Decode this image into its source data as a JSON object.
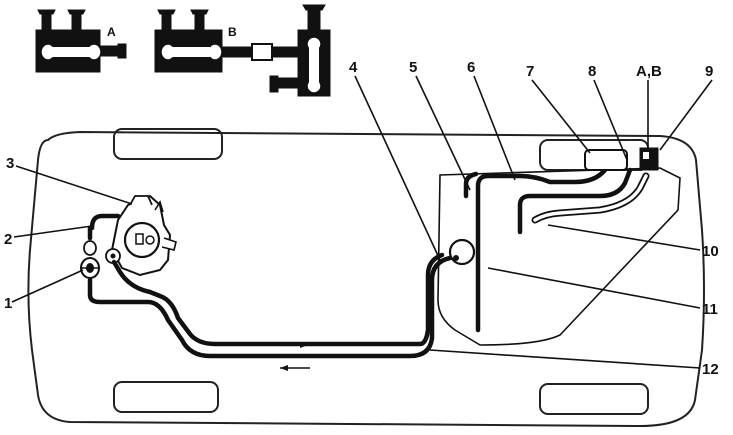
{
  "callouts": [
    {
      "id": "1",
      "text": "1"
    },
    {
      "id": "2",
      "text": "2"
    },
    {
      "id": "3",
      "text": "3"
    },
    {
      "id": "4",
      "text": "4"
    },
    {
      "id": "5",
      "text": "5"
    },
    {
      "id": "6",
      "text": "6"
    },
    {
      "id": "7",
      "text": "7"
    },
    {
      "id": "8",
      "text": "8"
    },
    {
      "id": "ab",
      "text": "A,B"
    },
    {
      "id": "9",
      "text": "9"
    },
    {
      "id": "10",
      "text": "10"
    },
    {
      "id": "11",
      "text": "11"
    },
    {
      "id": "12",
      "text": "12"
    }
  ],
  "insets": {
    "a_label": "A",
    "b_label": "B"
  },
  "colors": {
    "ink": "#111111",
    "paper": "#ffffff"
  }
}
